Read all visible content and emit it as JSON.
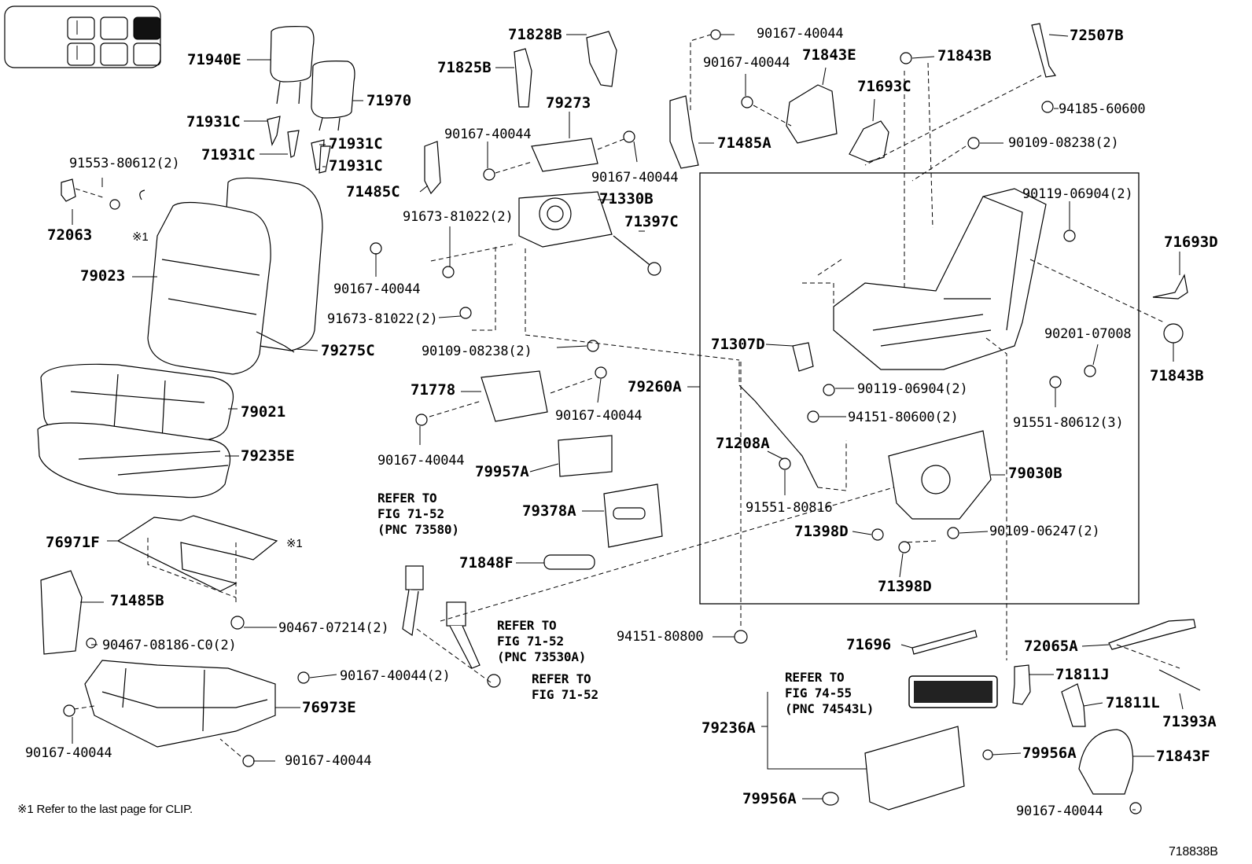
{
  "diagram_id": "718838B",
  "footnote": "※1  Refer to the last page for CLIP.",
  "clip_marker": "※1",
  "parts": {
    "p71940E": "71940E",
    "p71970": "71970",
    "p71931C_a": "71931C",
    "p71931C_b": "71931C",
    "p71931C_c": "71931C",
    "p71931C_d": "71931C",
    "p91553_80612": "91553-80612(2)",
    "p72063": "72063",
    "p79023": "79023",
    "p79275C": "79275C",
    "p79021": "79021",
    "p79235E": "79235E",
    "p76971F": "76971F",
    "p71485B": "71485B",
    "p90467_07214": "90467-07214(2)",
    "p90467_08186": "90467-08186-C0(2)",
    "p90167_40044_2_left": "90167-40044(2)",
    "p76973E": "76973E",
    "p90167_40044_bl1": "90167-40044",
    "p90167_40044_bl2": "90167-40044",
    "p71825B": "71825B",
    "p71828B": "71828B",
    "p79273": "79273",
    "p90167_40044_m1": "90167-40044",
    "p90167_40044_m2": "90167-40044",
    "p71485C": "71485C",
    "p91673_81022_a": "91673-81022(2)",
    "p71330B": "71330B",
    "p71397C": "71397C",
    "p90167_40044_m3": "90167-40044",
    "p91673_81022_b": "91673-81022(2)",
    "p90109_08238_a": "90109-08238(2)",
    "p71778": "71778",
    "p90167_40044_m4": "90167-40044",
    "p90167_40044_m5": "90167-40044",
    "p79957A": "79957A",
    "p79378A": "79378A",
    "p71848F": "71848F",
    "p90167_40044_t1": "90167-40044",
    "p90167_40044_t2": "90167-40044",
    "p71843E": "71843E",
    "p71485A": "71485A",
    "p71693C": "71693C",
    "p71843B_a": "71843B",
    "p72507B": "72507B",
    "p94185_60600": "94185-60600",
    "p90109_08238_b": "90109-08238(2)",
    "p90119_06904_a": "90119-06904(2)",
    "p71693D": "71693D",
    "p90201_07008": "90201-07008",
    "p71843B_b": "71843B",
    "p71307D": "71307D",
    "p79260A": "79260A",
    "p90119_06904_b": "90119-06904(2)",
    "p94151_80600": "94151-80600(2)",
    "p91551_80612": "91551-80612(3)",
    "p71208A": "71208A",
    "p79030B": "79030B",
    "p91551_80816": "91551-80816",
    "p71398D_a": "71398D",
    "p90109_06247": "90109-06247(2)",
    "p71398D_b": "71398D",
    "p94151_80800": "94151-80800",
    "p71696": "71696",
    "p72065A": "72065A",
    "p71811J": "71811J",
    "p71811L": "71811L",
    "p71393A": "71393A",
    "p79236A": "79236A",
    "p79956A_a": "79956A",
    "p79956A_b": "79956A",
    "p71843F": "71843F",
    "p90167_40044_br": "90167-40044"
  },
  "refs": {
    "ref_71_52_pnc73580": "REFER TO\nFIG 71-52\n(PNC 73580)",
    "ref_71_52_pnc73530a": "REFER TO\nFIG 71-52\n(PNC 73530A)",
    "ref_71_52": "REFER TO\nFIG 71-52",
    "ref_74_55": "REFER TO\nFIG 74-55\n(PNC 74543L)"
  }
}
